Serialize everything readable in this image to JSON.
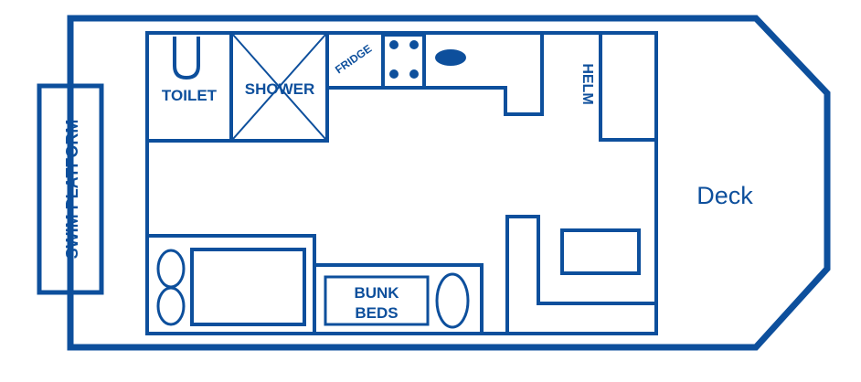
{
  "colors": {
    "line": "#0d4f9c",
    "background": "#ffffff"
  },
  "labels": {
    "toilet": "TOILET",
    "shower": "SHOWER",
    "fridge": "FRIDGE",
    "helm": "HELM",
    "swim_platform": "SWIM PLATFORM",
    "bunk_line1": "BUNK",
    "bunk_line2": "BEDS",
    "deck": "Deck"
  }
}
